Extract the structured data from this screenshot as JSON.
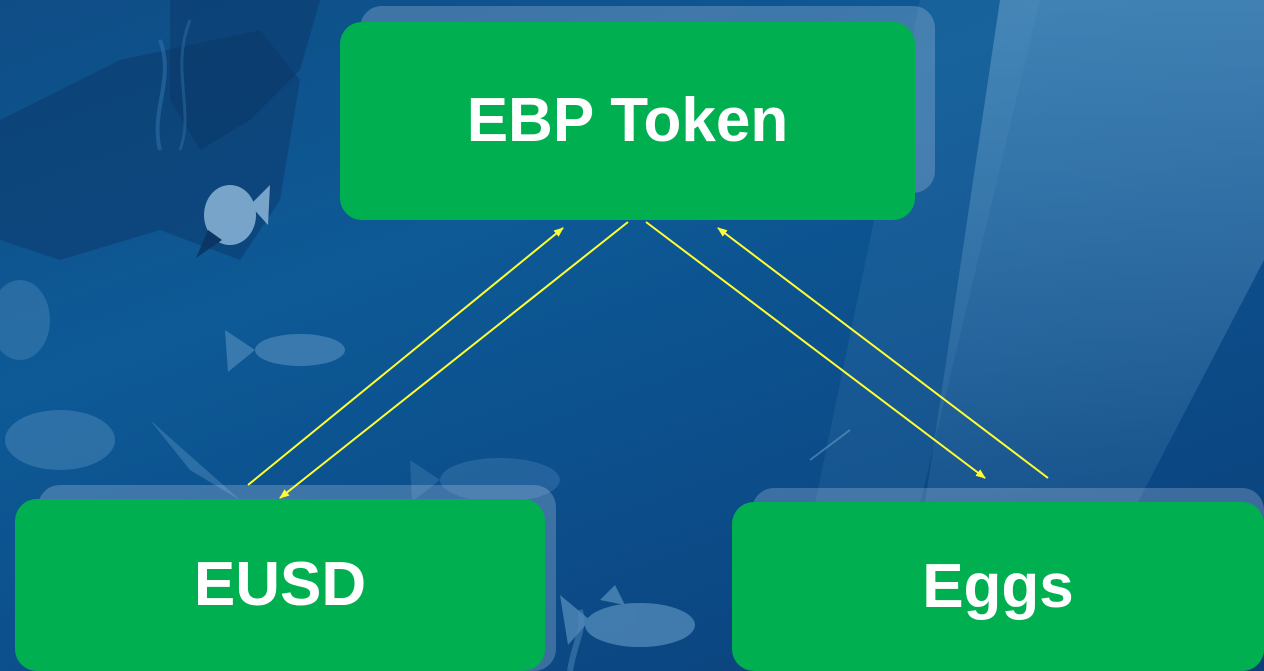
{
  "diagram": {
    "nodes": {
      "top": {
        "label": "EBP Token"
      },
      "left": {
        "label": "EUSD"
      },
      "right": {
        "label": "Eggs"
      }
    },
    "arrow_color": "#ffff33",
    "node_color": "#00b050"
  }
}
